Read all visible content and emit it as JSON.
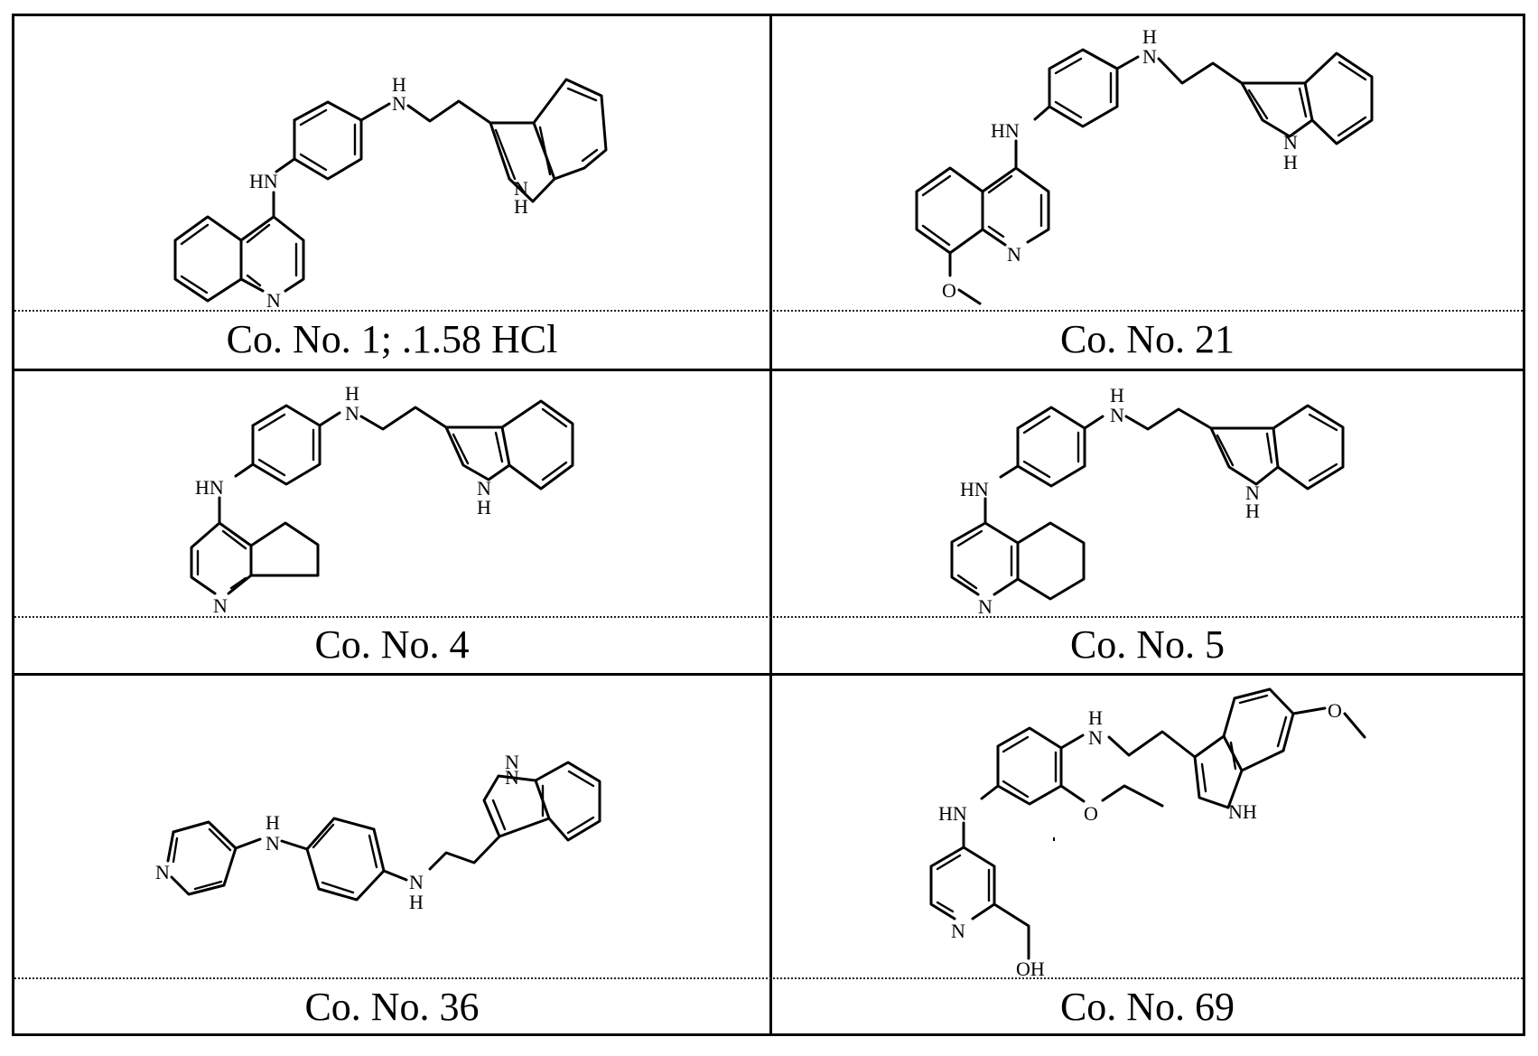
{
  "document": {
    "type": "chemical-structure-table",
    "rows": 3,
    "columns": 2
  },
  "compounds": [
    {
      "caption": "Co. No. 1; .1.58 HCl",
      "atom_labels": [
        "H",
        "N",
        "HN",
        "N",
        "N",
        "H"
      ],
      "structure": "N-[4-(quinolin-4-ylamino)phenyl]-2-(1H-indol-3-yl)ethylamine"
    },
    {
      "caption": "Co. No. 21",
      "atom_labels": [
        "H",
        "N",
        "HN",
        "N",
        "O",
        "N",
        "H"
      ],
      "structure": "8-methoxyquinolin-4-ylamino phenyl tryptamine"
    },
    {
      "caption": "Co. No. 4",
      "atom_labels": [
        "H",
        "N",
        "HN",
        "N",
        "N",
        "H"
      ],
      "structure": "cyclopenta[b]pyridin-4-ylamino phenyl tryptamine"
    },
    {
      "caption": "Co. No. 5",
      "atom_labels": [
        "H",
        "N",
        "HN",
        "N",
        "N",
        "H"
      ],
      "structure": "5,6,7,8-tetrahydroquinolin-4-ylamino phenyl tryptamine"
    },
    {
      "caption": "Co. No. 36",
      "atom_labels": [
        "N",
        "H",
        "N",
        "N",
        "H",
        "H",
        "N"
      ],
      "structure": "pyridin-4-ylamino phenyl tryptamine"
    },
    {
      "caption": "Co. No. 69",
      "atom_labels": [
        "H",
        "N",
        "O",
        "HN",
        "O",
        "NH",
        "N",
        "OH"
      ],
      "structure": "2-(hydroxymethyl)pyridin-4-ylamino 3-ethoxyphenyl 6-methoxytryptamine"
    }
  ]
}
